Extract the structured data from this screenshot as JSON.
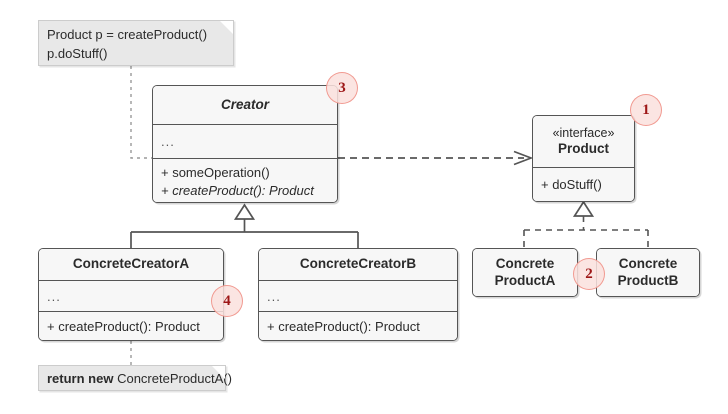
{
  "diagram": {
    "title": "Factory Method UML class diagram",
    "type": "uml-class-diagram",
    "background": "#ffffff",
    "line_color": "#555555",
    "box_fill": "#f7f7f7",
    "note_fill": "#e8e8e8",
    "badge_fill": "#fae1dd",
    "badge_border": "#f0968c",
    "badge_text_color": "#9d1616"
  },
  "classes": {
    "creator": {
      "name": "Creator",
      "abstract": true,
      "attributes": "...",
      "operations": [
        {
          "text": "+ someOperation()",
          "abstract": false
        },
        {
          "text": "+ createProduct(): Product",
          "abstract": true
        }
      ]
    },
    "product": {
      "stereotype": "«interface»",
      "name": "Product",
      "operations": [
        {
          "text": "+ doStuff()",
          "abstract": false
        }
      ]
    },
    "concrete_creator_a": {
      "name": "ConcreteCreatorA",
      "attributes": "...",
      "operations": [
        {
          "text": "+ createProduct(): Product",
          "abstract": false
        }
      ]
    },
    "concrete_creator_b": {
      "name": "ConcreteCreatorB",
      "attributes": "...",
      "operations": [
        {
          "text": "+ createProduct(): Product",
          "abstract": false
        }
      ]
    },
    "concrete_product_a": {
      "name_line1": "Concrete",
      "name_line2": "ProductA"
    },
    "concrete_product_b": {
      "name_line1": "Concrete",
      "name_line2": "ProductB"
    }
  },
  "notes": {
    "creator_usage": {
      "line1": "Product p = createProduct()",
      "line2": "p.doStuff()"
    },
    "factory_return": {
      "bold_part": "return new",
      "rest_part": " ConcreteProductA()"
    }
  },
  "badges": [
    {
      "id": "badge-1",
      "label": "1"
    },
    {
      "id": "badge-2",
      "label": "2"
    },
    {
      "id": "badge-3",
      "label": "3"
    },
    {
      "id": "badge-4",
      "label": "4"
    }
  ],
  "relationships": [
    {
      "from": "Creator",
      "to": "Product",
      "kind": "dependency",
      "style": "dashed-open-arrow"
    },
    {
      "from": "ConcreteCreatorA",
      "to": "Creator",
      "kind": "generalization",
      "style": "solid-hollow-triangle"
    },
    {
      "from": "ConcreteCreatorB",
      "to": "Creator",
      "kind": "generalization",
      "style": "solid-hollow-triangle"
    },
    {
      "from": "ConcreteProductA",
      "to": "Product",
      "kind": "realization",
      "style": "dashed-hollow-triangle"
    },
    {
      "from": "ConcreteProductB",
      "to": "Product",
      "kind": "realization",
      "style": "dashed-hollow-triangle"
    },
    {
      "from": "note-creator-usage",
      "to": "Creator",
      "kind": "note-anchor",
      "style": "dotted"
    },
    {
      "from": "note-factory-return",
      "to": "ConcreteCreatorA",
      "kind": "note-anchor",
      "style": "dotted"
    }
  ]
}
